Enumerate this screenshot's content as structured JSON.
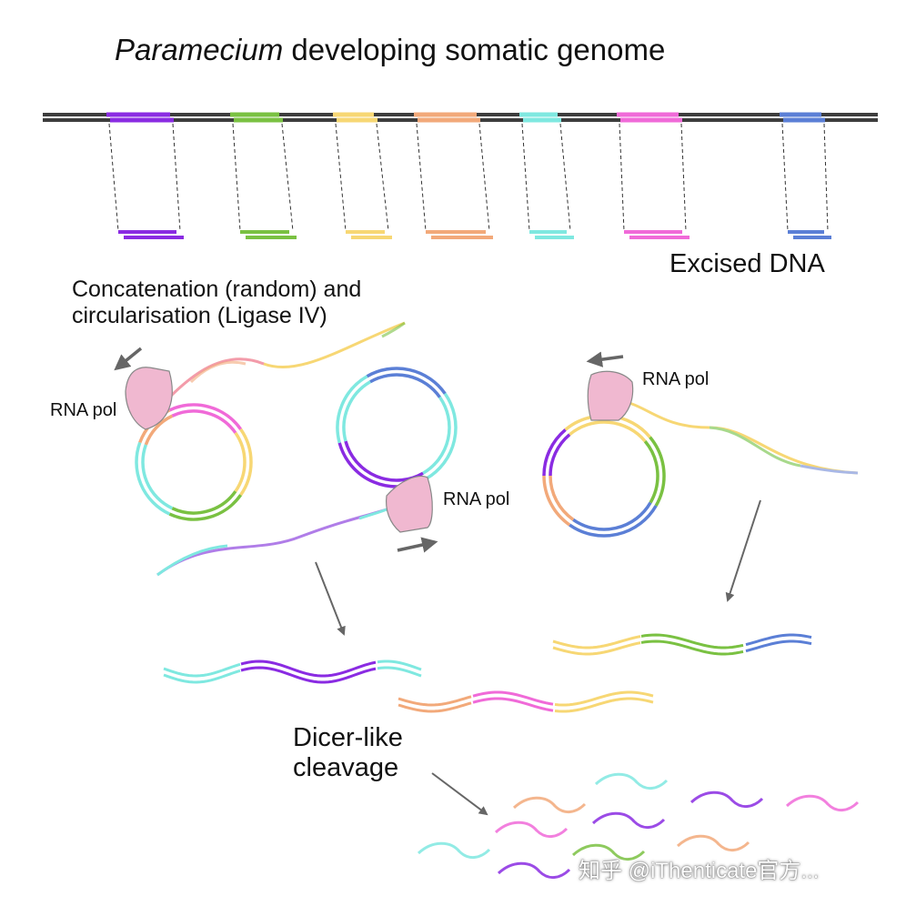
{
  "title": {
    "italic": "Paramecium",
    "rest": " developing somatic genome"
  },
  "labels": {
    "excised_dna": "Excised DNA",
    "concat_line1": "Concatenation (random) and",
    "concat_line2": "circularisation (Ligase IV)",
    "rna_pol_left": "RNA pol",
    "rna_pol_middle": "RNA pol",
    "rna_pol_right": "RNA pol",
    "dicer_line1": "Dicer-like",
    "dicer_line2": "cleavage"
  },
  "watermark": "知乎 @iThenticate官方...",
  "colors": {
    "genome": "#3d3d3d",
    "purple": "#8a2be2",
    "green": "#7ac142",
    "yellow": "#f7d774",
    "orange": "#f2a97a",
    "cyan": "#7fe8e0",
    "pink": "#f06ad8",
    "blue": "#5b7fd6",
    "polymerase": "#f0b8d0",
    "arrow": "#666666"
  },
  "segments": [
    {
      "color": "purple"
    },
    {
      "color": "green"
    },
    {
      "color": "yellow"
    },
    {
      "color": "orange"
    },
    {
      "color": "cyan"
    },
    {
      "color": "pink"
    },
    {
      "color": "blue"
    }
  ]
}
